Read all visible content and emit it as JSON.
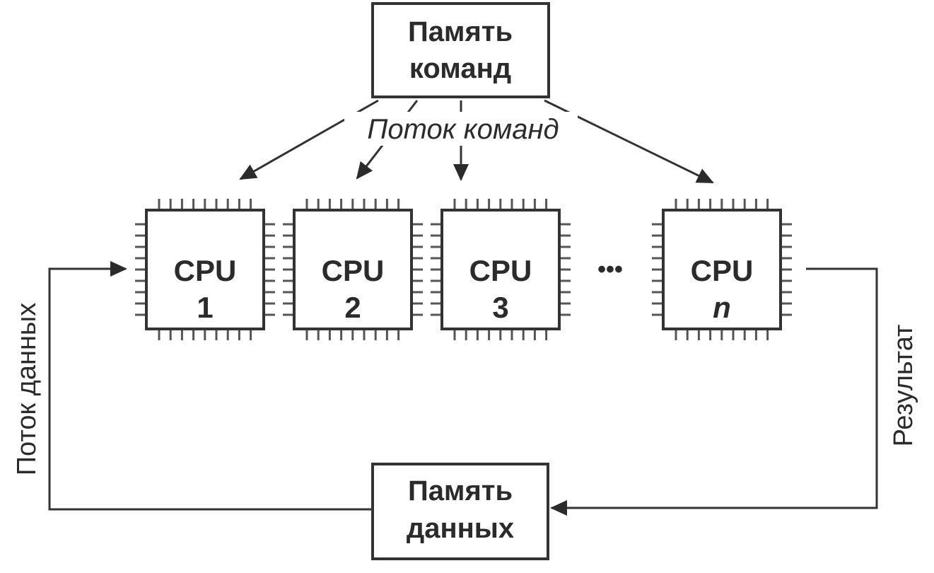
{
  "diagram": {
    "instruction_memory": {
      "line1": "Память",
      "line2": "команд"
    },
    "instruction_stream_label": "Поток команд",
    "data_memory": {
      "line1": "Память",
      "line2": "данных"
    },
    "data_stream_label": "Поток данных",
    "result_label": "Результат",
    "ellipsis": "•••",
    "processors": [
      {
        "name": "CPU",
        "index": "1"
      },
      {
        "name": "CPU",
        "index": "2"
      },
      {
        "name": "CPU",
        "index": "3"
      },
      {
        "name": "CPU",
        "index": "n"
      }
    ]
  }
}
